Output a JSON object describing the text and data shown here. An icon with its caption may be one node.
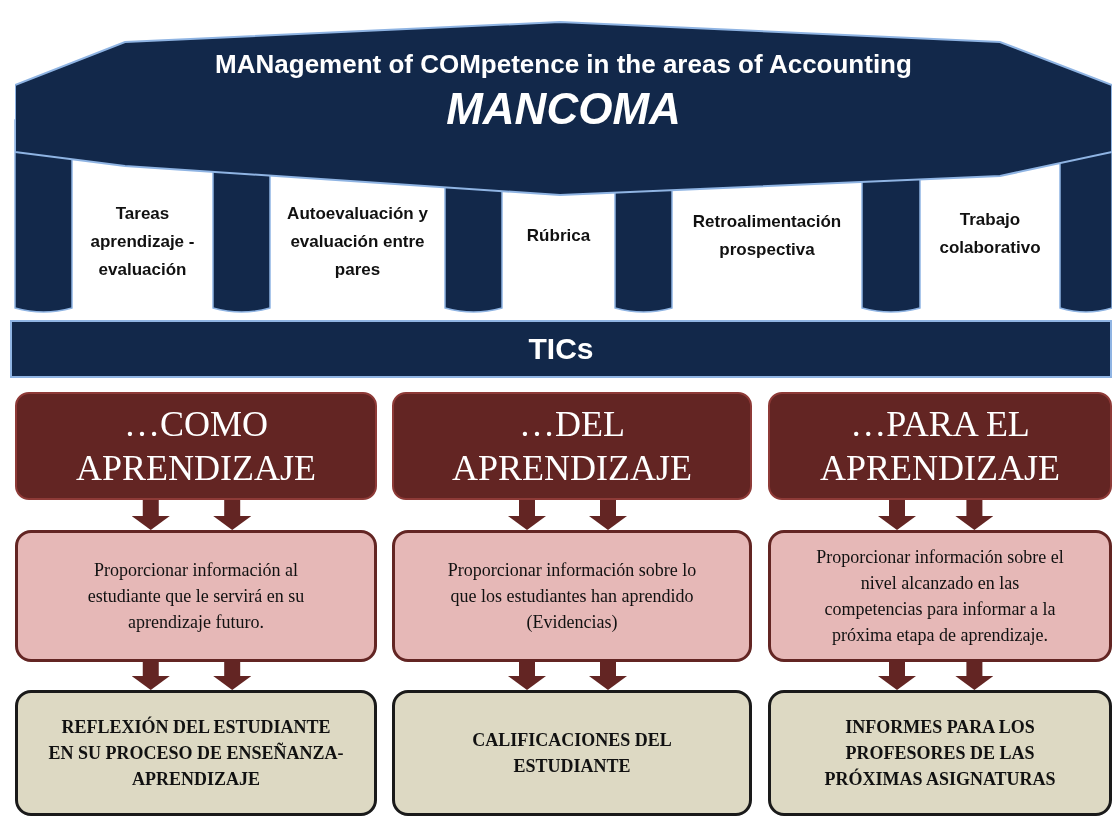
{
  "diagram": {
    "nodes": [
      {
        "text": [
          "MANagement of COMpetence in the areas of Accounting",
          "MANCOMA"
        ]
      },
      {
        "text": [
          "TICs"
        ]
      },
      {
        "text": [
          "…COMO APRENDIZAJE"
        ]
      },
      {
        "text": [
          "…DEL APRENDIZAJE"
        ]
      },
      {
        "text": [
          "…PARA EL APRENDIZAJE"
        ]
      },
      {
        "text": [
          "Proporcionar información al estudiante que le servirá en su aprendizaje futuro."
        ]
      },
      {
        "text": [
          "Proporcionar información sobre lo que los estudiantes han aprendido (Evidencias)"
        ]
      },
      {
        "text": [
          "Proporcionar información sobre el nivel alcanzado en las competencias para informar a la próxima etapa de aprendizaje."
        ]
      },
      {
        "text": [
          "REFLEXIÓN DEL ESTUDIANTE EN SU PROCESO DE ENSEÑANZA-APRENDIZAJE"
        ]
      },
      {
        "text": [
          "CALIFICACIONES DEL ESTUDIANTE"
        ]
      },
      {
        "text": [
          "INFORMES PARA LOS PROFESORES DE LAS PRÓXIMAS ASIGNATURAS"
        ]
      }
    ],
    "edges": [
      {
        "from": 2,
        "to": 5,
        "arrow": "to"
      },
      {
        "from": 2,
        "to": 5,
        "arrow": "to"
      },
      {
        "from": 3,
        "to": 6,
        "arrow": "to"
      },
      {
        "from": 3,
        "to": 6,
        "arrow": "to"
      },
      {
        "from": 4,
        "to": 7,
        "arrow": "to"
      },
      {
        "from": 4,
        "to": 7,
        "arrow": "to"
      },
      {
        "from": 5,
        "to": 8,
        "arrow": "to"
      },
      {
        "from": 5,
        "to": 8,
        "arrow": "to"
      },
      {
        "from": 6,
        "to": 9,
        "arrow": "to"
      },
      {
        "from": 6,
        "to": 9,
        "arrow": "to"
      },
      {
        "from": 7,
        "to": 10,
        "arrow": "to"
      },
      {
        "from": 7,
        "to": 10,
        "arrow": "to"
      }
    ],
    "labels": [
      "Tareas aprendizaje - evaluación",
      "Autoevaluación y evaluación entre pares",
      "Rúbrica",
      "Retroalimentación prospectiva",
      "Trabajo colaborativo"
    ]
  }
}
